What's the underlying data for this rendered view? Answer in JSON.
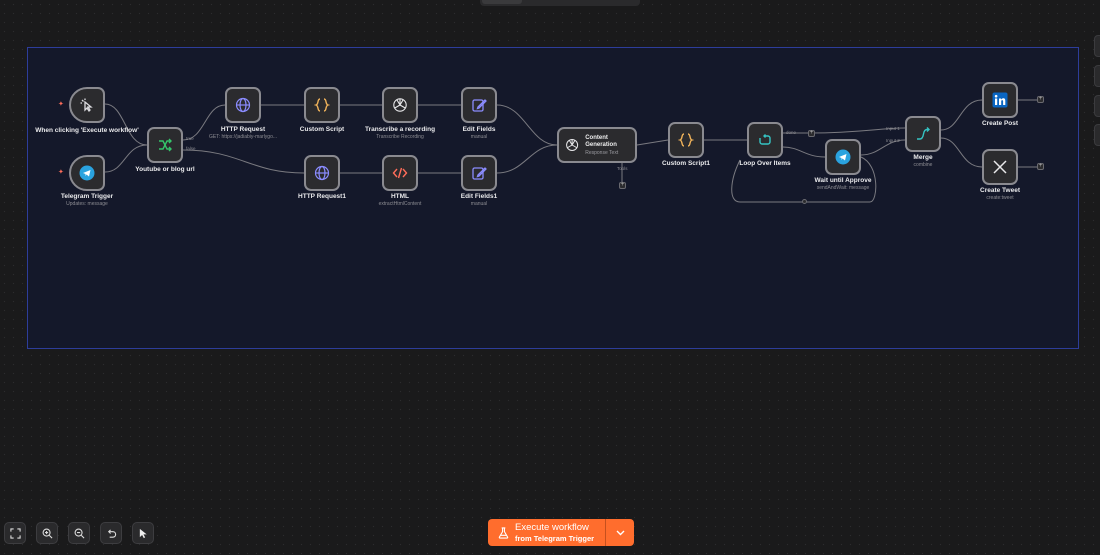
{
  "nodes": {
    "manual": {
      "label": "When clicking 'Execute workflow'",
      "icon": "cursor-click-icon"
    },
    "telegram": {
      "label": "Telegram Trigger",
      "sub": "Updates: message",
      "icon": "telegram-icon"
    },
    "if": {
      "label": "Youtube or blog url",
      "icon": "if-branch-icon",
      "port_true": "true",
      "port_false": "false"
    },
    "http1": {
      "label": "HTTP Request",
      "sub": "GET: https://jadiabiy-marlygo...",
      "icon": "globe-icon"
    },
    "custom": {
      "label": "Custom Script",
      "icon": "code-braces-icon"
    },
    "transcribe": {
      "label": "Transcribe a recording",
      "sub": "Transcribe Recording",
      "icon": "openai-icon"
    },
    "edit1": {
      "label": "Edit Fields",
      "sub": "manual",
      "icon": "pencil-icon"
    },
    "http2": {
      "label": "HTTP Request1",
      "icon": "globe-icon"
    },
    "html": {
      "label": "HTML",
      "sub": "extractHtmlContent",
      "icon": "html-code-icon"
    },
    "edit2": {
      "label": "Edit Fields1",
      "sub": "manual",
      "icon": "pencil-icon"
    },
    "content": {
      "title": "Content Generation",
      "sub": "Response Text",
      "port_tools": "Tools",
      "icon": "openai-icon"
    },
    "custom1": {
      "label": "Custom Script1",
      "icon": "code-braces-icon"
    },
    "loop": {
      "label": "Loop Over Items",
      "port_done": "done",
      "icon": "loop-icon"
    },
    "wait": {
      "label": "Wait until Approve",
      "sub": "sendAndWait: message",
      "icon": "telegram-icon"
    },
    "merge": {
      "label": "Merge",
      "sub": "combine",
      "port_in1": "Input 1",
      "port_in2": "Input 2",
      "icon": "merge-icon"
    },
    "post": {
      "label": "Create Post",
      "icon": "linkedin-icon"
    },
    "tweet": {
      "label": "Create Tweet",
      "sub": "create:tweet",
      "icon": "x-logo-icon"
    }
  },
  "execute": {
    "label": "Execute workflow",
    "sub": "from Telegram Trigger"
  },
  "colors": {
    "accent": "#ff6d2d",
    "sticky_border": "#2d3d9a",
    "node_border": "#8a8a90",
    "linkedin": "#0a66c2"
  }
}
